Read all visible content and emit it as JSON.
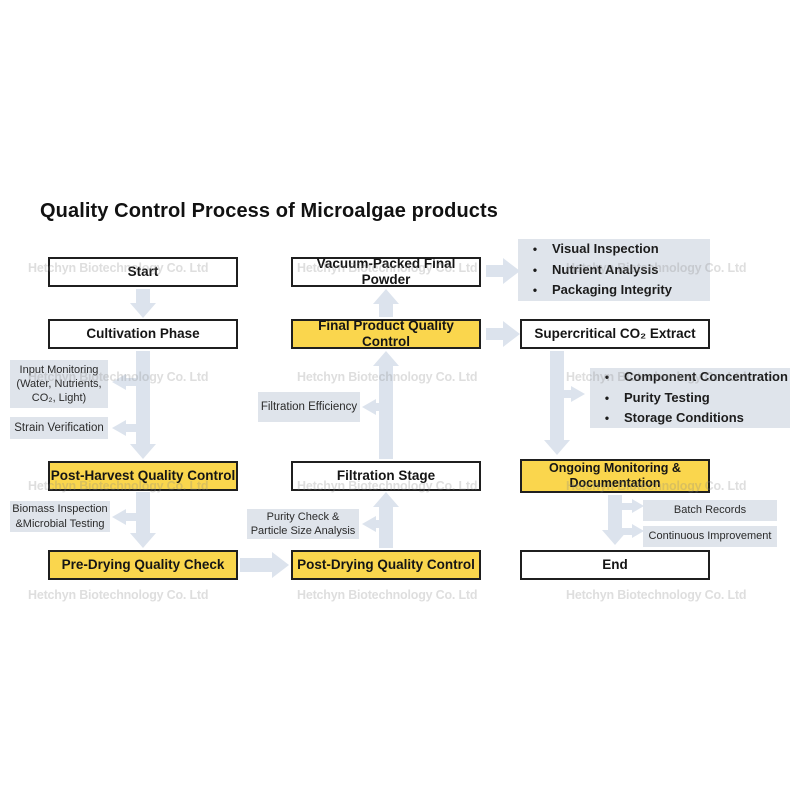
{
  "title": "Quality Control Process of Microalgae products",
  "watermark": "Hetchyn Biotechnology Co. Ltd",
  "colors": {
    "yellow": "#FAD64D",
    "panel": "#DFE4EB",
    "arrow": "#DCE3ED",
    "border": "#1f1f1f"
  },
  "flow": {
    "start": "Start",
    "cultivation": "Cultivation Phase",
    "post_harvest": "Post-Harvest Quality Control",
    "pre_drying": "Pre-Drying Quality Check",
    "vacuum": "Vacuum-Packed Final Powder",
    "final_qc": "Final Product Quality Control",
    "filtration": "Filtration Stage",
    "post_drying": "Post-Drying Quality Control",
    "supercritical": "Supercritical CO₂ Extract",
    "ongoing_line1": "Ongoing Monitoring &",
    "ongoing_line2": "Documentation",
    "end": "End"
  },
  "side_notes": {
    "input_monitoring": [
      "Input Monitoring",
      "(Water, Nutrients,",
      "CO₂, Light)"
    ],
    "strain": "Strain Verification",
    "biomass": [
      "Biomass Inspection",
      "&Microbial Testing"
    ],
    "filtration_efficiency": "Filtration Efficiency",
    "purity": [
      "Purity Check &",
      "Particle Size Analysis"
    ],
    "batch": "Batch Records",
    "continuous": "Continuous Improvement"
  },
  "checklists": {
    "packaging": [
      "Visual Inspection",
      "Nutrient Analysis",
      "Packaging Integrity"
    ],
    "extract": [
      "Component Concentration",
      "Purity Testing",
      "Storage Conditions"
    ]
  }
}
